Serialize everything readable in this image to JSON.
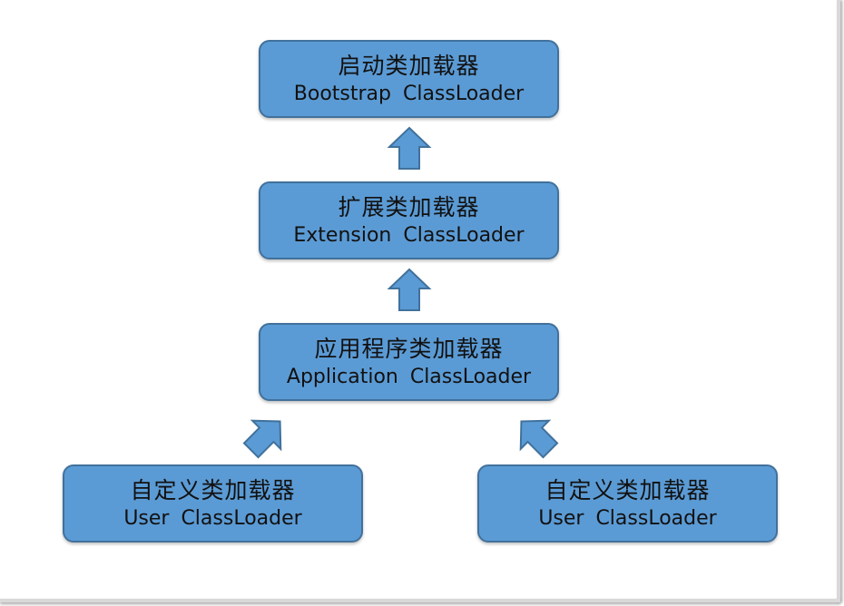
{
  "colors": {
    "node_fill": "#5b9bd5",
    "node_border": "#41719c",
    "text": "#111111",
    "background": "#ffffff"
  },
  "nodes": {
    "bootstrap": {
      "zh": "启动类加载器",
      "en": "Bootstrap ClassLoader"
    },
    "extension": {
      "zh": "扩展类加载器",
      "en": "Extension ClassLoader"
    },
    "application": {
      "zh": "应用程序类加载器",
      "en": "Application ClassLoader"
    },
    "user_left": {
      "zh": "自定义类加载器",
      "en": "User ClassLoader"
    },
    "user_right": {
      "zh": "自定义类加载器",
      "en": "User ClassLoader"
    }
  },
  "edges": [
    {
      "from": "extension",
      "to": "bootstrap",
      "icon": "up-arrow-icon"
    },
    {
      "from": "application",
      "to": "extension",
      "icon": "up-arrow-icon"
    },
    {
      "from": "user_left",
      "to": "application",
      "icon": "up-right-arrow-icon"
    },
    {
      "from": "user_right",
      "to": "application",
      "icon": "up-left-arrow-icon"
    }
  ]
}
